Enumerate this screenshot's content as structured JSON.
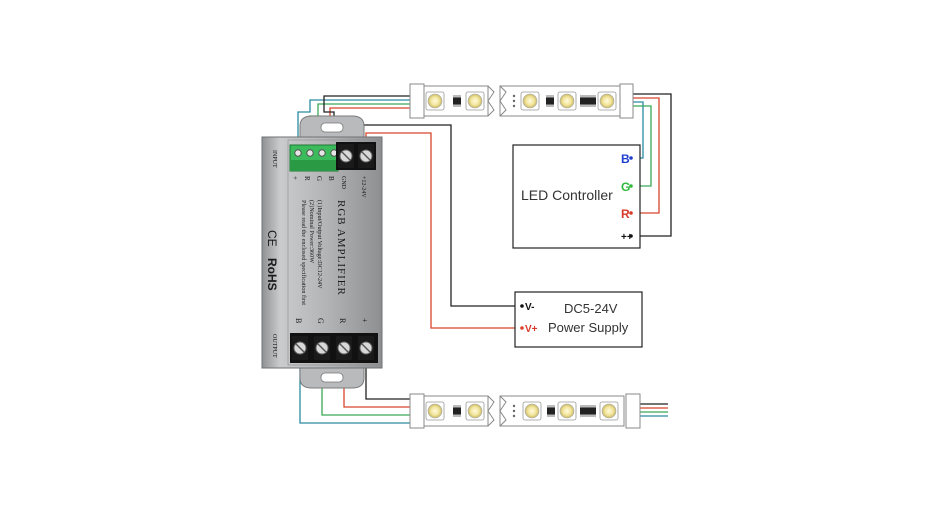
{
  "amplifier": {
    "title": "RGB AMPLIFIER",
    "spec_line_1": "(1)Input/Output Voltage:DC12-24V",
    "spec_line_2": "(2)Nominal Power:360W",
    "spec_line_3": "Please read the enclosed specification first",
    "ce_mark": "CE",
    "rohs_mark": "RoHS",
    "input_label": "INPUT",
    "output_label": "OUTPUT",
    "input_pins": [
      "+",
      "R",
      "G",
      "B"
    ],
    "power_pins": [
      "GND",
      "+12-24V"
    ],
    "output_pins": [
      "B",
      "G",
      "R",
      "+"
    ]
  },
  "controller": {
    "title": "LED Controller",
    "pins": {
      "b": "B",
      "g": "G",
      "r": "R",
      "plus": "++"
    }
  },
  "power_supply": {
    "title_line_1": "DC5-24V",
    "title_line_2": "Power Supply",
    "pins": {
      "neg": "V-",
      "pos": "V+"
    }
  },
  "colors": {
    "wire_black": "#222222",
    "wire_red": "#d8442c",
    "wire_green": "#3aa856",
    "wire_blue": "#2a8aa0",
    "label_blue": "#1f3fd0",
    "label_green": "#2fb83a",
    "label_red": "#d83a2a",
    "amp_body": "#a7a9ab",
    "terminal_green": "#3bbb5b",
    "led_yellow": "#f5e9a0"
  },
  "icons": [
    "led-strip-icon",
    "screw-terminal-icon",
    "led-chip-icon"
  ]
}
